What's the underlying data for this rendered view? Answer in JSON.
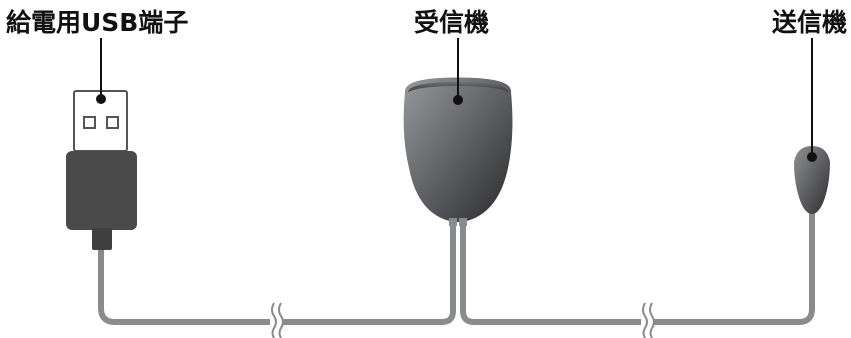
{
  "labels": {
    "usb_connector": "給電用USB端子",
    "receiver": "受信機",
    "transmitter": "送信機"
  },
  "colors": {
    "cable": "#8a8b8e",
    "usb_body": "#4a4a4a",
    "usb_outline": "#555555",
    "receiver_light": "#8e8f93",
    "receiver_dark": "#2e2e30",
    "leader_line": "#111111"
  }
}
